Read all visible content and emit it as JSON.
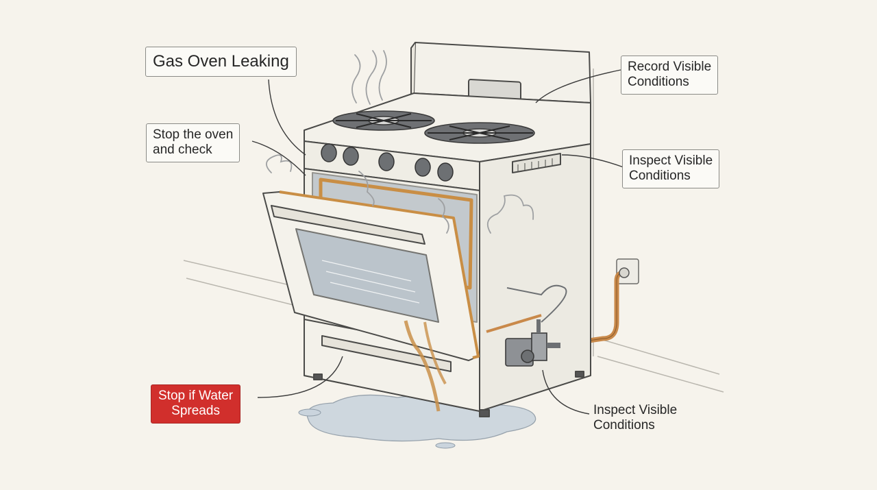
{
  "diagram": {
    "labels": {
      "title": "Gas Oven Leaking",
      "stop_check": [
        "Stop the oven",
        "and check"
      ],
      "record": [
        "Record Visible",
        "Conditions"
      ],
      "inspect_vent": [
        "Inspect Visible",
        "Conditions"
      ],
      "warning": [
        "Stop if Water",
        "Spreads"
      ],
      "inspect_valve": [
        "Inspect Visible",
        "Conditions"
      ]
    },
    "colors": {
      "background": "#f6f3ec",
      "stove_body": "#f3f1ea",
      "outline": "#4a4a48",
      "gasket": "#c98e45",
      "gas_pipe": "#c9894a",
      "water": "#c9d3dc",
      "warning": "#d12f2c"
    },
    "icons": [
      "gas-stove-illustration",
      "steam-icon",
      "burner-icon",
      "knob-icon",
      "gas-valve-icon",
      "water-puddle-icon"
    ]
  }
}
